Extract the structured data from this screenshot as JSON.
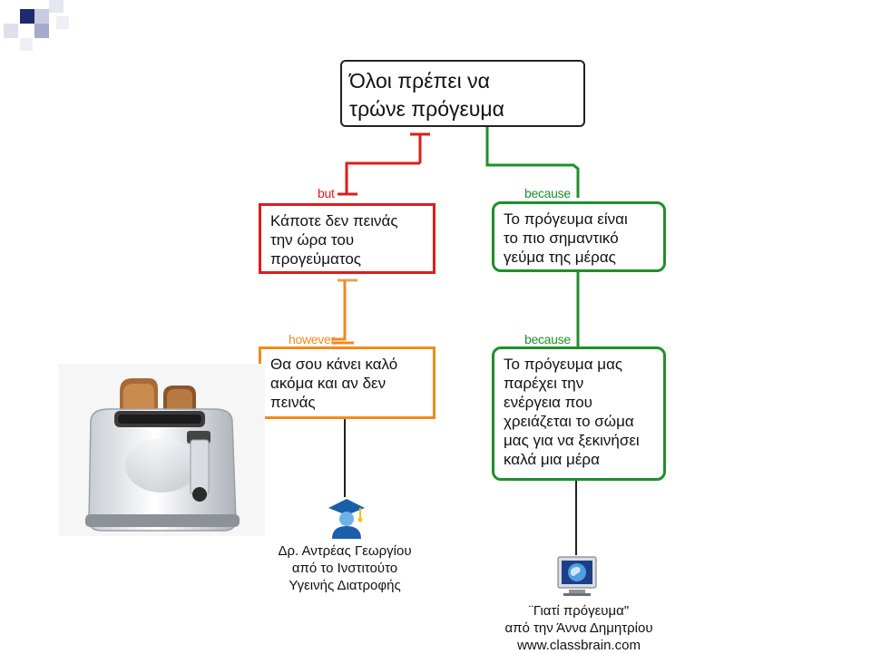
{
  "claim": {
    "line1": "Όλοι πρέπει να",
    "line2": "τρώνε πρόγευμα"
  },
  "objection": {
    "connector": "but",
    "lines": [
      "Κάποτε δεν πεινάς",
      "την ώρα του",
      "προγεύματος"
    ]
  },
  "rebuttal": {
    "connector": "however",
    "lines": [
      "Θα σου κάνει καλό",
      "ακόμα και αν δεν",
      "πεινάς"
    ]
  },
  "reason1": {
    "connector": "because",
    "lines": [
      "Το πρόγευμα είναι",
      "το πιο σημαντικό",
      "γεύμα της μέρας"
    ]
  },
  "reason2": {
    "connector": "because",
    "lines": [
      "Το πρόγευμα μας",
      "παρέχει την",
      "ενέργεια που",
      "χρειάζεται το σώμα",
      "μας για να ξεκινήσει",
      "καλά μια μέρα"
    ]
  },
  "source_expert": {
    "icon": "graduate-icon",
    "lines": [
      "Δρ. Αντρέας Γεωργίου",
      "από το Ινστιτούτο",
      "Υγεινής Διατροφής"
    ]
  },
  "source_web": {
    "icon": "globe-monitor-icon",
    "lines": [
      "¨Γιατί πρόγευμα\"",
      "από την Άννα Δημητρίου",
      "www.classbrain.com"
    ]
  },
  "decoration": {
    "image": "toaster-image",
    "corner": "corner-squares"
  },
  "colors": {
    "objection": "#e01b1b",
    "reason": "#1f8f2b",
    "rebuttal": "#f08a1c",
    "corner": "#3a3a8c"
  }
}
